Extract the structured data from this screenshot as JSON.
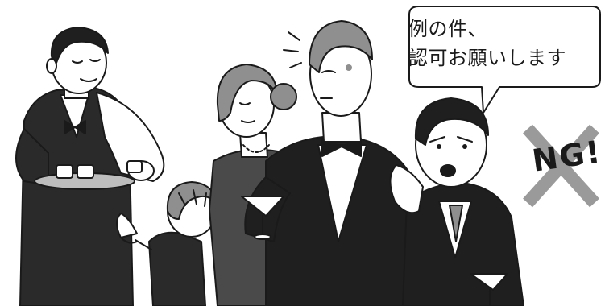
{
  "speech_bubble": {
    "line1": "例の件、",
    "line2": "認可お願いします"
  },
  "ng_mark": {
    "label": "NG!"
  },
  "colors": {
    "suit": "#1f1f1f",
    "dress": "#4a4a4a",
    "skin": "#ffffff",
    "hair_gray": "#8f8f8f",
    "cross": "#9a9a9a",
    "outline": "#1a1a1a"
  }
}
